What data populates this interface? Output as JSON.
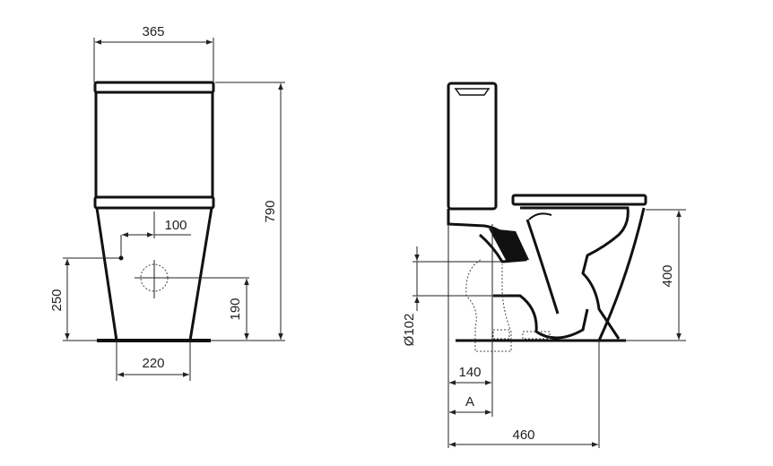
{
  "front_view": {
    "dimensions": {
      "width_tank": "365",
      "height_total": "790",
      "inlet_offset": "100",
      "inlet_height": "250",
      "outlet_height": "190",
      "base_width": "220"
    }
  },
  "side_view": {
    "dimensions": {
      "seat_height": "400",
      "outlet_diameter": "Ø102",
      "outlet_distance": "140",
      "wall_distance": "A",
      "depth_total": "460"
    }
  },
  "colors": {
    "line": "#111111",
    "background": "#ffffff"
  }
}
